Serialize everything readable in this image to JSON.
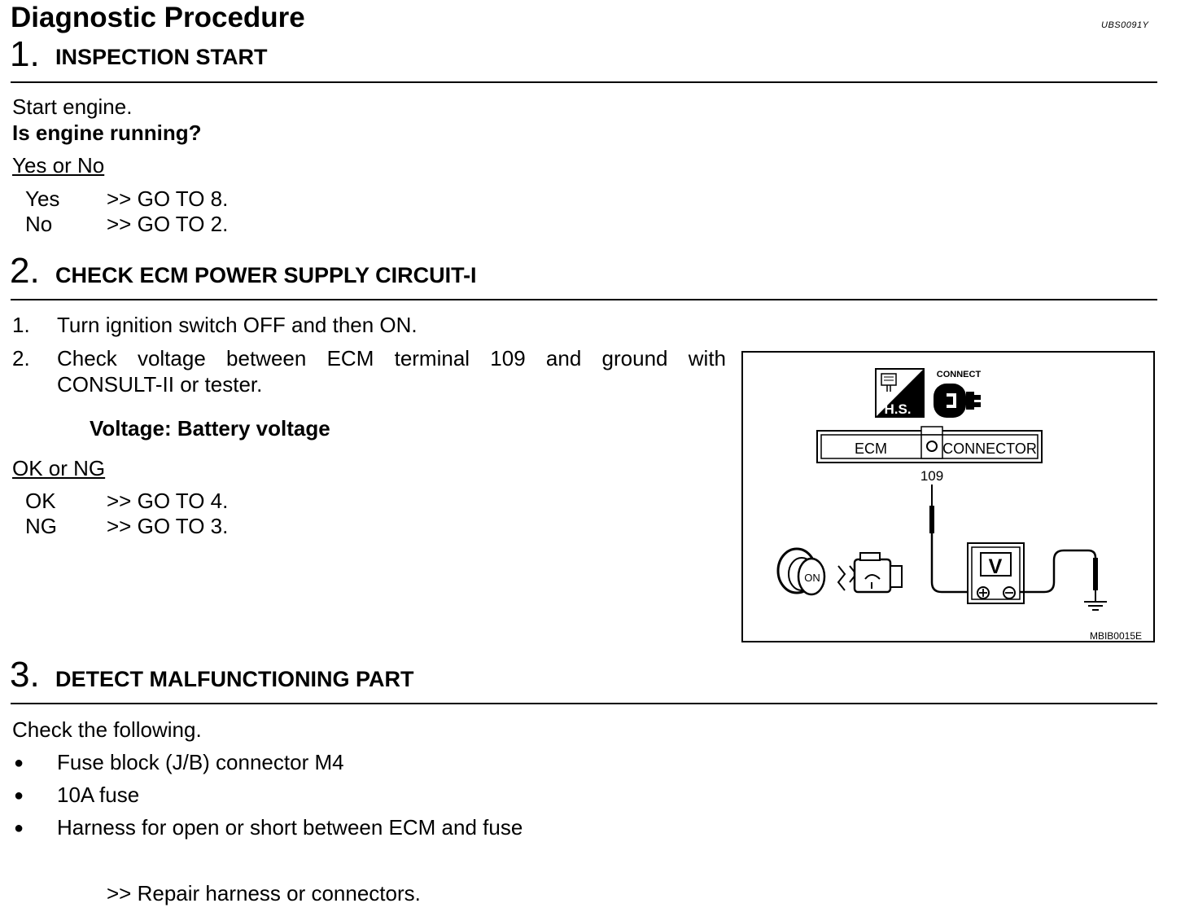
{
  "header": {
    "title": "Diagnostic Procedure",
    "ref_code": "UBS0091Y"
  },
  "step1": {
    "number": "1.",
    "title": "INSPECTION START",
    "line1": "Start engine.",
    "question": "Is engine running?",
    "choice_heading": "Yes or No",
    "answers": [
      {
        "label": "Yes",
        "action": ">> GO TO 8."
      },
      {
        "label": "No",
        "action": ">> GO TO 2."
      }
    ]
  },
  "step2": {
    "number": "2.",
    "title": "CHECK ECM POWER SUPPLY CIRCUIT-I",
    "items": [
      {
        "num": "1.",
        "text": "Turn ignition switch OFF and then ON."
      },
      {
        "num": "2.",
        "line1": "Check voltage between ECM terminal 109 and ground with",
        "line2": "CONSULT-II or tester."
      }
    ],
    "spec": "Voltage: Battery voltage",
    "choice_heading": "OK or NG",
    "answers": [
      {
        "label": "OK",
        "action": ">> GO TO 4."
      },
      {
        "label": "NG",
        "action": ">> GO TO 3."
      }
    ]
  },
  "figure": {
    "hs_label": "H.S.",
    "connect_label": "CONNECT",
    "ecm_label": "ECM",
    "connector_label": "CONNECTOR",
    "terminal": "109",
    "meter_label": "V",
    "key_label": "ON",
    "fig_code": "MBIB0015E"
  },
  "step3": {
    "number": "3.",
    "title": "DETECT MALFUNCTIONING PART",
    "intro": "Check the following.",
    "bullets": [
      "Fuse block (J/B) connector M4",
      "10A fuse",
      "Harness for open or short between ECM and fuse"
    ],
    "result": ">> Repair harness or connectors."
  }
}
